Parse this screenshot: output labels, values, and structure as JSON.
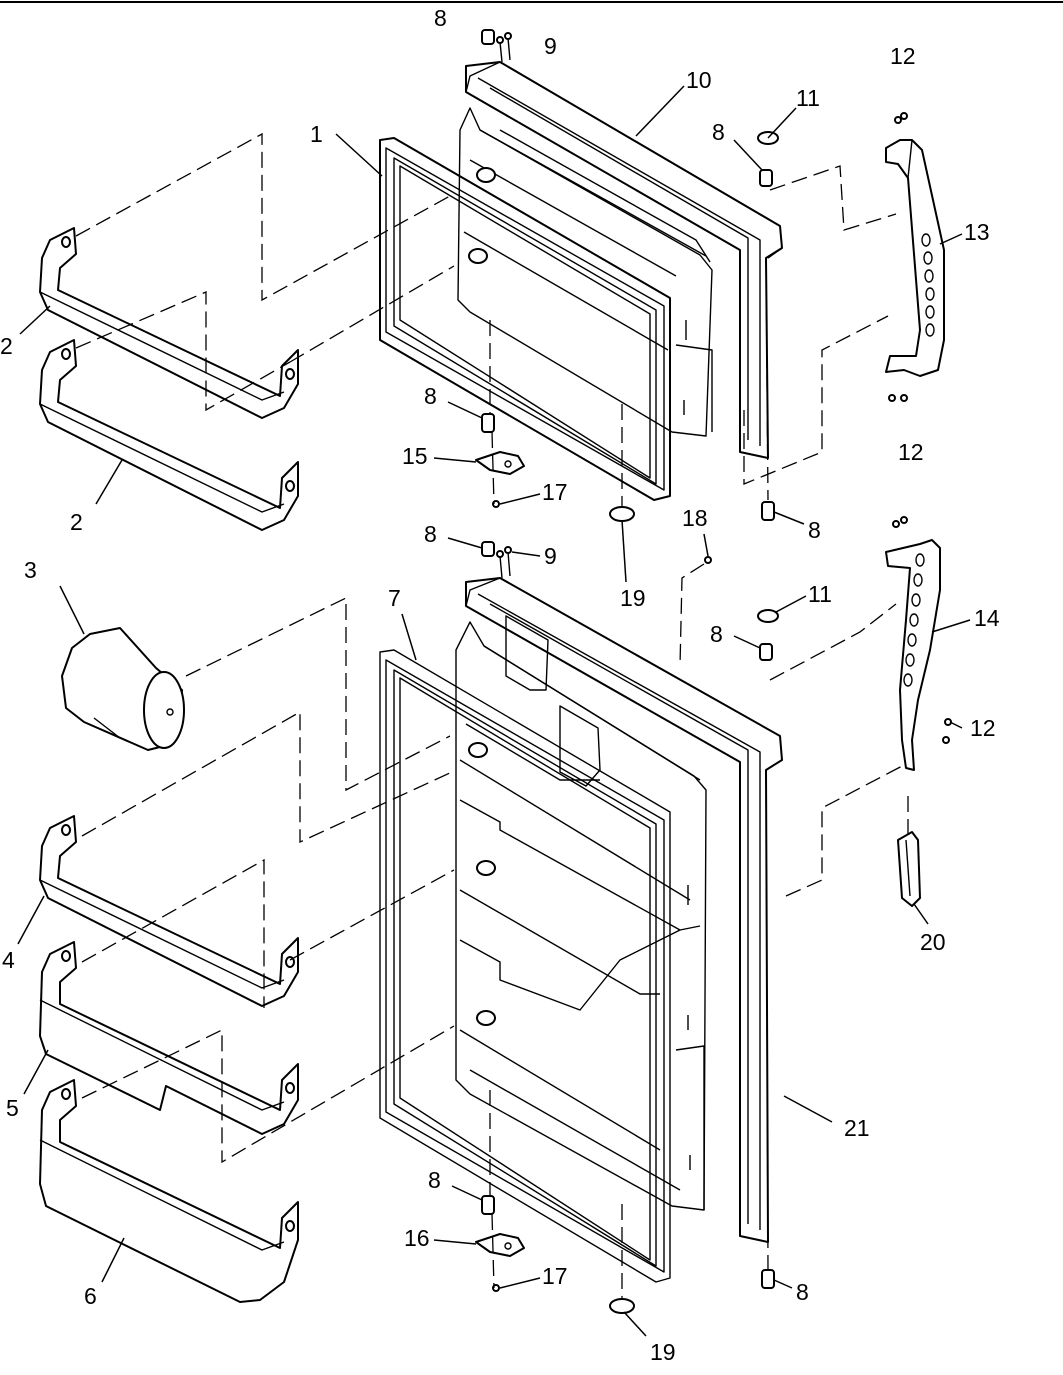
{
  "callouts": [
    "1",
    "2",
    "2",
    "3",
    "4",
    "5",
    "6",
    "7",
    "8",
    "8",
    "8",
    "8",
    "8",
    "8",
    "8",
    "8",
    "9",
    "9",
    "10",
    "11",
    "11",
    "12",
    "12",
    "12",
    "13",
    "14",
    "15",
    "16",
    "17",
    "17",
    "18",
    "19",
    "19",
    "20",
    "21"
  ],
  "colors": {
    "line": "#000000",
    "background": "#ffffff"
  }
}
